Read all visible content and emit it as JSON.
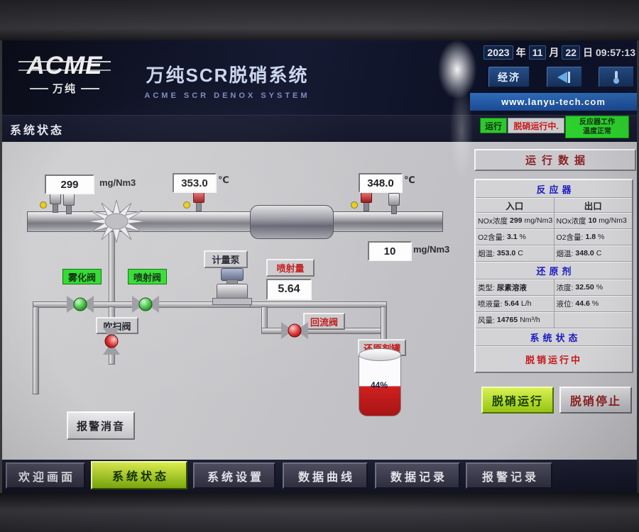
{
  "header": {
    "logo_text": "ACME",
    "logo_sub": "万纯",
    "title": "万纯SCR脱硝系统",
    "subtitle": "ACME SCR DENOX SYSTEM",
    "clock": {
      "year": "2023",
      "year_label": "年",
      "month": "11",
      "month_label": "月",
      "day": "22",
      "day_label": "日",
      "time": "09:57:13"
    },
    "economy_button": "经济",
    "website": "www.lanyu-tech.com"
  },
  "status_bar": {
    "title": "系统状态",
    "run_badge": "运行",
    "denox_badge": "脱硝运行中.",
    "reactor_badge_line1": "反应器工作",
    "reactor_badge_line2": "温度正常"
  },
  "diagram": {
    "inlet_nox_value": "299",
    "inlet_nox_unit": "mg/Nm3",
    "inlet_temp_value": "353.0",
    "inlet_temp_unit": "℃",
    "outlet_temp_value": "348.0",
    "outlet_temp_unit": "℃",
    "outlet_nox_value": "10",
    "outlet_nox_unit": "mg/Nm3",
    "pump_label": "计量泵",
    "injection_label": "喷射量",
    "injection_value": "5.64",
    "valve_atomizing_label": "雾化阀",
    "valve_injection_label": "喷射阀",
    "valve_purge_label": "吹扫阀",
    "valve_return_label": "回流阀",
    "tank_label": "还原剂罐",
    "tank_level": "44%",
    "alarm_mute_label": "报警消音"
  },
  "panel": {
    "title": "运行数据",
    "section_reactor": "反应器",
    "inlet_header": "入口",
    "outlet_header": "出口",
    "reactor_rows": [
      {
        "l_label": "NOx浓度",
        "l_value": "299",
        "l_unit": "mg/Nm3",
        "r_label": "NOx浓度",
        "r_value": "10",
        "r_unit": "mg/Nm3"
      },
      {
        "l_label": "O2含量:",
        "l_value": "3.1",
        "l_unit": "%",
        "r_label": "O2含量:",
        "r_value": "1.8",
        "r_unit": "%"
      },
      {
        "l_label": "烟温:",
        "l_value": "353.0",
        "l_unit": "C",
        "r_label": "烟温:",
        "r_value": "348.0",
        "r_unit": "C"
      }
    ],
    "section_reductant": "还原剂",
    "reductant_rows": [
      {
        "l_label": "类型:",
        "l_value": "尿素溶液",
        "l_unit": "",
        "r_label": "浓度:",
        "r_value": "32.50",
        "r_unit": "%"
      },
      {
        "l_label": "喷液量:",
        "l_value": "5.64",
        "l_unit": "L/h",
        "r_label": "液位:",
        "r_value": "44.6",
        "r_unit": "%"
      },
      {
        "l_label": "风量:",
        "l_value": "14765",
        "l_unit": "Nm³/h",
        "r_label": "",
        "r_value": "",
        "r_unit": ""
      }
    ],
    "section_system": "系统状态",
    "system_status_value": "脱销运行中",
    "run_button": "脱硝运行",
    "stop_button": "脱硝停止"
  },
  "tabs": [
    {
      "label": "欢迎画面"
    },
    {
      "label": "系统状态"
    },
    {
      "label": "系统设置"
    },
    {
      "label": "数据曲线"
    },
    {
      "label": "数据记录"
    },
    {
      "label": "报警记录"
    }
  ]
}
